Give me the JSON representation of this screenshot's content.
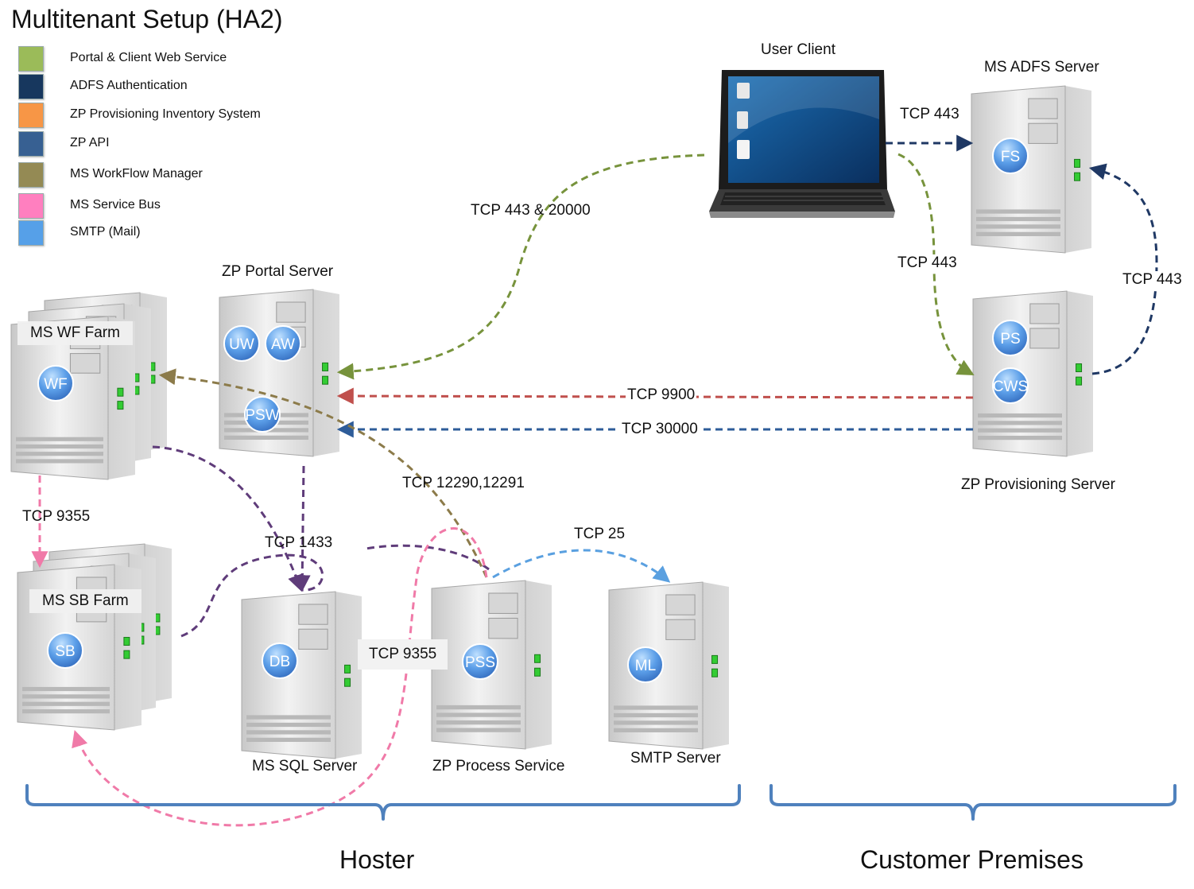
{
  "title": "Multitenant Setup (HA2)",
  "legend": [
    {
      "label": "Portal & Client Web Service",
      "color": "#9bbb59"
    },
    {
      "label": "ADFS Authentication",
      "color": "#17375e"
    },
    {
      "label": "ZP Provisioning Inventory System",
      "color": "#f79646"
    },
    {
      "label": "ZP API",
      "color": "#376092"
    },
    {
      "label": "MS WorkFlow Manager",
      "color": "#948a54"
    },
    {
      "label": "MS Service Bus",
      "color": "#ff7fbf"
    },
    {
      "label": "SMTP (Mail)",
      "color": "#56a0e8"
    }
  ],
  "nodes": {
    "user_client": "User Client",
    "adfs": "MS ADFS Server",
    "portal": "ZP Portal Server",
    "wf_farm": "MS WF Farm",
    "sb_farm": "MS SB Farm",
    "provisioning": "ZP Provisioning Server",
    "sql": "MS SQL Server",
    "process": "ZP Process Service",
    "smtp": "SMTP Server"
  },
  "badges": {
    "fs": "FS",
    "ps": "PS",
    "cws": "CWS",
    "uw": "UW",
    "aw": "AW",
    "psw": "PSW",
    "wf": "WF",
    "sb": "SB",
    "db": "DB",
    "pss": "PSS",
    "ml": "ML"
  },
  "connections": {
    "client_adfs": "TCP 443",
    "client_portal": "TCP 443 & 20000",
    "client_prov": "TCP 443",
    "prov_adfs": "TCP 443",
    "prov_portal_9900": "TCP 9900",
    "prov_portal_30000": "TCP 30000",
    "wf_sb": "TCP 9355",
    "sql": "TCP 1433",
    "process_wf": "TCP 12290,12291",
    "smtp": "TCP 25",
    "process_sb": "TCP 9355"
  },
  "zones": {
    "hoster": "Hoster",
    "customer": "Customer Premises"
  }
}
